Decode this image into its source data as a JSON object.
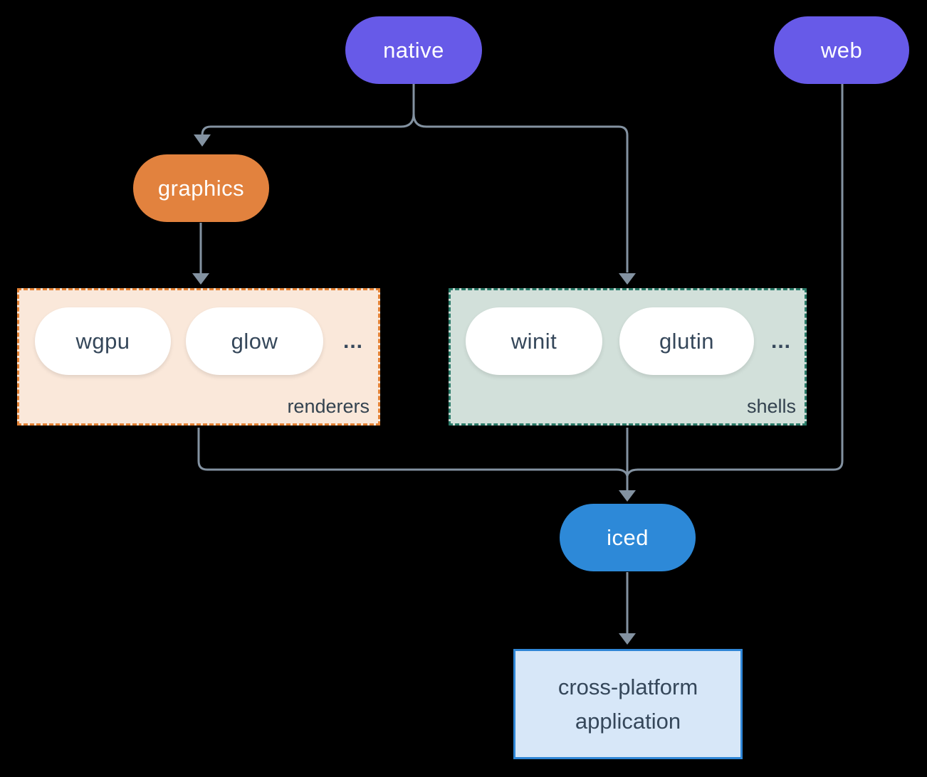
{
  "diagram": {
    "description": "iced framework ecosystem diagram",
    "background": "#000000"
  },
  "colors": {
    "platform_pill": "#675AE8",
    "graphics_pill": "#E2823E",
    "iced_pill": "#2D89D8",
    "edge": "#8392A1",
    "dark_text": "#35475A",
    "renderers_fill": "#FAE8DA",
    "renderers_border": "#E48235",
    "shells_fill": "#D2E0DA",
    "shells_border": "#2A7A68",
    "app_fill": "#D7E7F8",
    "app_border": "#2F86D6"
  },
  "nodes": {
    "native": {
      "label": "native"
    },
    "web": {
      "label": "web"
    },
    "graphics": {
      "label": "graphics"
    },
    "iced": {
      "label": "iced"
    }
  },
  "groups": {
    "renderers": {
      "title": "renderers",
      "items": [
        {
          "label": "wgpu"
        },
        {
          "label": "glow"
        }
      ],
      "ellipsis": "..."
    },
    "shells": {
      "title": "shells",
      "items": [
        {
          "label": "winit"
        },
        {
          "label": "glutin"
        }
      ],
      "ellipsis": "..."
    }
  },
  "app": {
    "line1": "cross-platform",
    "line2": "application"
  }
}
